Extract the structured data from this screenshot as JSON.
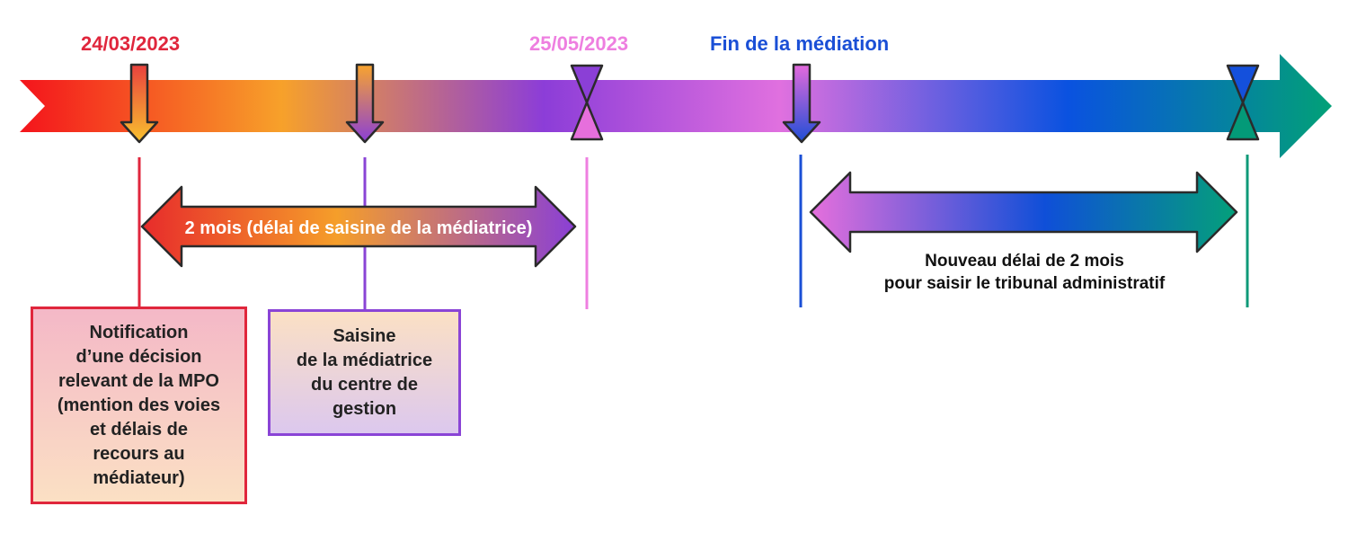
{
  "dates": {
    "notification": "24/03/2023",
    "deadline": "25/05/2023",
    "end_mediation": "Fin de la médiation"
  },
  "colors": {
    "red": "#e0263c",
    "pink": "#ee7fe0",
    "blue": "#1a4fd6",
    "purple": "#8a44d6",
    "teal": "#0f9a78",
    "orange": "#f5a02a"
  },
  "arrow_delay": {
    "label": "2 mois (délai de saisine de la médiatrice)"
  },
  "new_delay": {
    "lines": [
      "Nouveau délai de 2 mois",
      "pour saisir le tribunal administratif"
    ]
  },
  "notification_box": {
    "lines": [
      "Notification",
      "d’une décision",
      "relevant de la MPO",
      "(mention des voies",
      "et délais de",
      "recours au",
      "médiateur)"
    ]
  },
  "saisine_box": {
    "lines": [
      "Saisine",
      "de la médiatrice",
      "du centre de",
      "gestion"
    ]
  }
}
